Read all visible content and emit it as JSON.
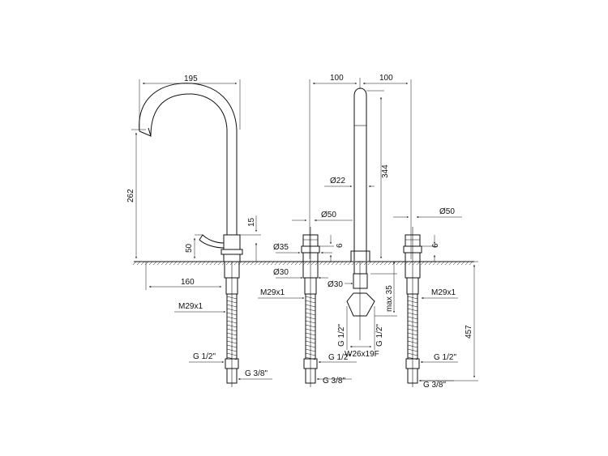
{
  "colors": {
    "line": "#111111",
    "background": "#ffffff"
  },
  "dimensions": {
    "spout_reach": "195",
    "spout_height": "262",
    "handle_height": "50",
    "handle_offset": "15",
    "base_depth": "160",
    "left_thread": "M29x1",
    "left_inlet": "G 1/2\"",
    "left_outlet": "G 3/8\"",
    "spacing_left": "100",
    "spacing_right": "100",
    "spout_diameter": "Ø22",
    "spout_tall": "344",
    "valve_left_body": "Ø50",
    "valve_left_collar": "Ø35",
    "valve_left_gap": "6",
    "valve_left_tube": "Ø30",
    "valve_left_thread": "M29x1",
    "valve_left_inlet": "G 1/2\"",
    "valve_left_outlet": "G 3/8\"",
    "spout_tube": "Ø30",
    "spout_max": "max 35",
    "spout_conn_left": "G 1/2\"",
    "spout_conn_right": "G 1/2\"",
    "spout_nut": "W26x19F",
    "valve_right_body": "Ø50",
    "valve_right_gap": "6",
    "valve_right_thread": "M29x1",
    "valve_right_depth": "457",
    "valve_right_inlet": "G 1/2\"",
    "valve_right_outlet": "G 3/8\""
  }
}
